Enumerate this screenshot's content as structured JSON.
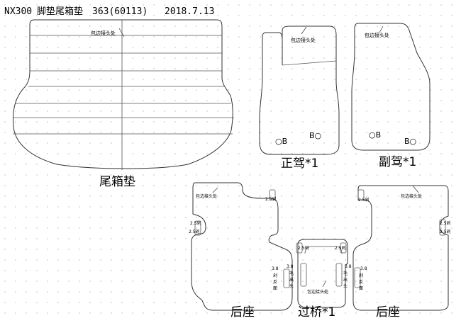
{
  "header": {
    "model": "NX300",
    "title_cn": "脚垫尾箱垫",
    "code": "363(60113)",
    "date": "2018.7.13"
  },
  "edge_note": "包边接头处",
  "pieces": {
    "trunk": {
      "label": "尾箱垫"
    },
    "driver": {
      "label": "正驾*1",
      "hole_b_left": "○B",
      "hole_b_right": "B○"
    },
    "passenger": {
      "label": "副驾*1",
      "hole_b_left": "○B",
      "hole_b_right": "B○"
    },
    "rear_left": {
      "label": "后座"
    },
    "rear_right": {
      "label": "后座"
    },
    "bridge": {
      "label": "过桥*1"
    }
  },
  "annotations": {
    "cut_25": "2.5剁",
    "cut_38": "3.8",
    "cut_38_v1": "剁",
    "cut_38_v2": "反",
    "cut_38_v3": "面",
    "fur_1": "毛",
    "fur_2": "出",
    "fur_3": "头"
  }
}
